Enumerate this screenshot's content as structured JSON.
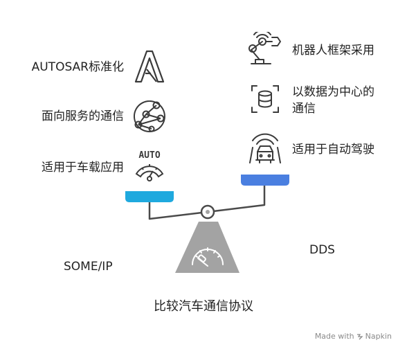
{
  "diagram": {
    "title": "比较汽车通信协议",
    "left": {
      "name": "SOME/IP",
      "features": [
        {
          "label": "AUTOSAR标准化",
          "icon": "autosar-logo-icon"
        },
        {
          "label": "面向服务的通信",
          "icon": "network-nodes-icon"
        },
        {
          "label": "适用于车载应用",
          "icon": "auto-gauge-icon"
        }
      ],
      "pan_color": "#1fa9de",
      "gauge_text": "AUTO"
    },
    "right": {
      "name": "DDS",
      "features": [
        {
          "label": "机器人框架采用",
          "icon": "robot-arm-icon"
        },
        {
          "label_lines": [
            "以数据为中心的",
            "通信"
          ],
          "icon": "data-center-icon"
        },
        {
          "label": "适用于自动驾驶",
          "icon": "autonomous-car-icon"
        }
      ],
      "pan_color": "#4a7fe0"
    },
    "colors": {
      "fulcrum": "#a3a3a3",
      "beam": "#4a4a4a",
      "icon_stroke": "#3a3a3a"
    }
  },
  "watermark": {
    "made_with": "Made with",
    "brand": "Napkin"
  }
}
